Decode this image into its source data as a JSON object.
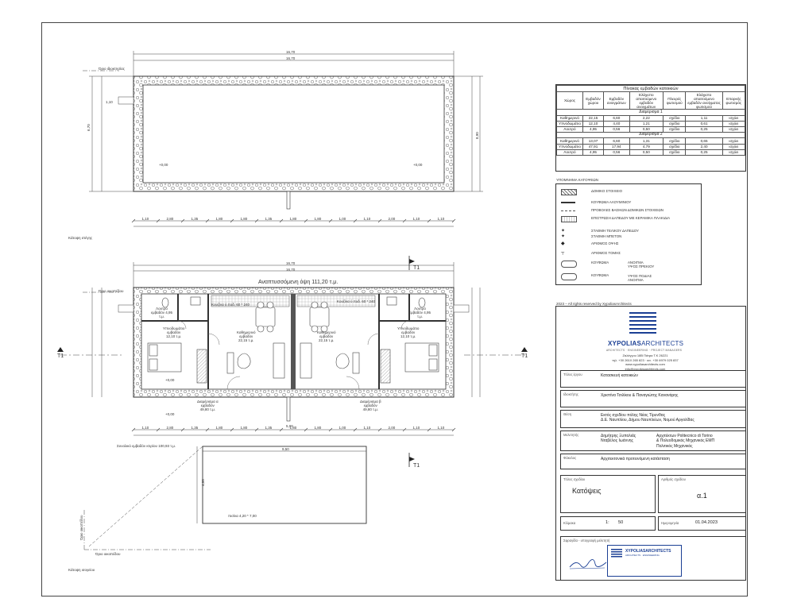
{
  "site_plan": {
    "dims_top": [
      "16,70",
      "16,70"
    ],
    "level_left": "+0,00",
    "level_right": "+0,00",
    "owner_boundary": "Όριο ιδιοκτησίας",
    "dims_bottom": [
      "1,10",
      "2,80",
      "1,35",
      "1,80",
      "1,80",
      "1,35",
      "1,80",
      "1,80",
      "1,00",
      "1,10",
      "2,00",
      "1,10",
      "1,10"
    ],
    "label_bottom_left": "Κάτοψη στέγης",
    "left_dims": [
      "1,10",
      "6,70"
    ],
    "right_dims": [
      "8,90"
    ]
  },
  "floor_plan": {
    "dims_top": [
      "16,70",
      "16,70"
    ],
    "total_area_label": "Αναπτυσσόμενη όψη 111,20 τ.μ.",
    "section_label": "T1",
    "room_labels": [
      {
        "name": "Λουτρό",
        "sub": "εμβαδόν 4,95",
        "area": "τ.μ."
      },
      {
        "name": "Κουζίνα ύ.ποδ. 60 * 240",
        "sub": "",
        "area": ""
      },
      {
        "name": "Κουζίνα ύ.ποδ. 60 * 240",
        "sub": "",
        "area": ""
      },
      {
        "name": "Λουτρό",
        "sub": "εμβαδόν 4,95",
        "area": "τ.μ."
      },
      {
        "name": "Υπνοδωμάτιο",
        "sub": "εμβαδόν",
        "area": "12,10 τ.μ."
      },
      {
        "name": "Καθημερινό",
        "sub": "εμβαδόν",
        "area": "22,15 τ.μ."
      },
      {
        "name": "Καθημερινό",
        "sub": "εμβαδόν",
        "area": "22,15 τ.μ."
      },
      {
        "name": "Υπνοδωμάτιο",
        "sub": "εμβαδόν",
        "area": "12,10 τ.μ."
      }
    ],
    "apt_labels": [
      {
        "name": "Διαμέρισμα α",
        "sub": "εμβαδόν",
        "area": "49,80 τ.μ."
      },
      {
        "name": "Διαμέρισμα β",
        "sub": "εμβαδόν",
        "area": "49,80 τ.μ."
      }
    ],
    "level_a": "+0,00",
    "level_b": "+0,00",
    "total_built": "Συνολικό εμβαδόν κτιρίου 100,93 τ.μ.",
    "pool_label": "πισίνα 4,20 * 7,00",
    "pool_dim_top": "9,50",
    "pool_dim_left": "4,00",
    "dims_bottom": [
      "1,10",
      "2,80",
      "1,35",
      "1,80",
      "1,80",
      "1,35",
      "1,80",
      "1,80",
      "1,00",
      "1,10",
      "2,00",
      "1,10",
      "1,10"
    ],
    "dim_mid": "5,00",
    "plot_boundary_a": "Όριο οικοπέδου",
    "plot_boundary_b": "Όριο οικοπέδου",
    "plot_boundary_c": "Όριο οικοπέδου",
    "label_bottom_left": "Κάτοψη ισογείου"
  },
  "area_table": {
    "caption": "Πίνακας εμβαδών κατοικιών",
    "headers": [
      "Χώρος",
      "Εμβαδόν χώρου",
      "Εμβαδόν ανοιγμάτων",
      "Ελάχιστο απαιτούμενο εμβαδόν ανοιγμάτων",
      "Πλευρές φωτισμού",
      "Ελάχιστο απαιτούμενο εμβαδόν ανοίγματος φωτισμού",
      "Επαρκής φωτισμός"
    ],
    "sections": [
      {
        "name": "Διαμέρισμα 1",
        "rows": [
          [
            "Καθημερινό",
            "22,15",
            "6,60",
            "2,22",
            "σχέδιο",
            "1,11",
            "ισχύει"
          ],
          [
            "Υπνοδωμάτιο",
            "12,10",
            "4,40",
            "1,21",
            "σχέδιο",
            "0,61",
            "ισχύει"
          ],
          [
            "Λουτρό",
            "4,95",
            "0,56",
            "0,50",
            "σχέδιο",
            "0,25",
            "ισχύει"
          ]
        ]
      },
      {
        "name": "Διαμέρισμα 2",
        "rows": [
          [
            "Καθημερινό",
            "13,07",
            "6,60",
            "1,31",
            "σχέδιο",
            "0,65",
            "ισχύει"
          ],
          [
            "Υπνοδωμάτιο",
            "47,91",
            "17,94",
            "4,79",
            "σχέδιο",
            "2,40",
            "ισχύει"
          ],
          [
            "Λουτρό",
            "4,95",
            "0,56",
            "0,50",
            "σχέδιο",
            "0,25",
            "ισχύει"
          ]
        ]
      }
    ]
  },
  "legend": {
    "title": "ΥΠΟΜΝΗΜΑ ΚΑΤΟΨΕΩΝ",
    "items": [
      {
        "symbol": "hatch",
        "label": "ΔΟΜΙΚΟ ΣΤΟΙΧΕΙΟ"
      },
      {
        "symbol": "thick-line",
        "label": "ΚΟΥΦΩΜΑ ΑΛΟΥΜΙΝΙΟΥ"
      },
      {
        "symbol": "thin-line",
        "label": "ΠΡΟΒΟΛΕΣ ΒΑΣΙΚΩΝ ΔΟΜΙΚΩΝ ΣΤΟΙΧΕΙΩΝ"
      },
      {
        "symbol": "tiles",
        "label": "ΕΠΙΣΤΡΩΣΗ ΔΑΠΕΔΟΥ ΜΕ ΚΕΡΑΜΙΚΑ ΠΛΑΚΙΔΙΑ"
      },
      {
        "symbol": "level",
        "label": "ΣΤΑΘΜΗ ΤΕΛΙΚΟΥ ΔΑΠΕΔΟΥ"
      },
      {
        "symbol": "level2",
        "label": "ΣΤΑΘΜΗ ΜΠΕΤΟΝ"
      },
      {
        "symbol": "view",
        "label": "ΑΡΙΘΜΟΣ ΟΨΗΣ"
      },
      {
        "symbol": "section",
        "label": "ΑΡΙΘΜΟΣ ΤΟΜΗΣ"
      },
      {
        "symbol": "window",
        "label": "ΚΟΥΦΩΜΑ"
      },
      {
        "symbol": "window2",
        "label": "ΚΟΥΦΩΜΑ"
      }
    ],
    "extra": [
      "ΑΝΟΙΓΜΑ",
      "ΥΨΟΣ ΠΡΕΚΙΟΥ",
      "ΥΨΟΣ ΠΟΔΙΑΣ",
      "ΑΝΟΙΓΜΑ"
    ]
  },
  "title_block": {
    "copyright": "2023 – All rights reserved by XypoliasArchitects",
    "firm_name_bold": "XYPOLIAS",
    "firm_name_rest": "ARCHITECTS",
    "firm_tagline": "ARCHITECTS · ENGINEERING · PROJECT MANAGERS",
    "address": [
      "Ζαλόγγου 18Β Πάτρα Τ.Κ 26221",
      "τηλ. +30 2610 265 823 · κιν. +30 6979 025 837",
      "www.xypoliasarchitects.com",
      "info@xypoliasarchitects.com"
    ],
    "fields": [
      {
        "label": "Τίτλος έργου",
        "value": "Κατασκευή κατοικιών"
      },
      {
        "label": "Ιδιοκτήτης",
        "value": "Χριστίνα Τσιλίκου & Παναγιώτης Κανανάρης"
      },
      {
        "label": "Θέση",
        "value": "Εκτός σχεδίου πόλης Νέας Τίρυνθας\nΔ.Ε. Ναυπλίου, Δήμου Ναυπλιέων, Νομού Αργολίδας"
      },
      {
        "label": "Μελετητής",
        "value": "Δημήτρης Ξυπολιάς\nΝταβέλος Ιωάννης",
        "value2": "Αρχιτέκτων Politecnico di Torino\n& Πολεοδομικός Μηχανικός ΕΜΠ\nΠολιτικός Μηχανικός"
      },
      {
        "label": "Φάκελος",
        "value": "Αρχιτεκτονικά προτεινόμενη κατάσταση"
      }
    ],
    "drawing_title_label": "Τίτλος σχεδίου",
    "drawing_title": "Κατόψεις",
    "drawing_no_label": "Αριθμός σχεδίου",
    "drawing_no": "α.1",
    "scale_label": "Κλίμακα",
    "scale_ratio": "1:",
    "scale_value": "50",
    "date_label": "Ημερομηνία",
    "date": "01.04.2023",
    "signature_label": "Σφραγίδα - υπογραφή μελετητή",
    "stamp_firm": "XYPOLIASARCHITECTS",
    "stamp_sub": "ARCHITECTS · ENGINEERING"
  },
  "colors": {
    "line": "#333333",
    "brand": "#1b3f94",
    "hatch": "#888888"
  }
}
